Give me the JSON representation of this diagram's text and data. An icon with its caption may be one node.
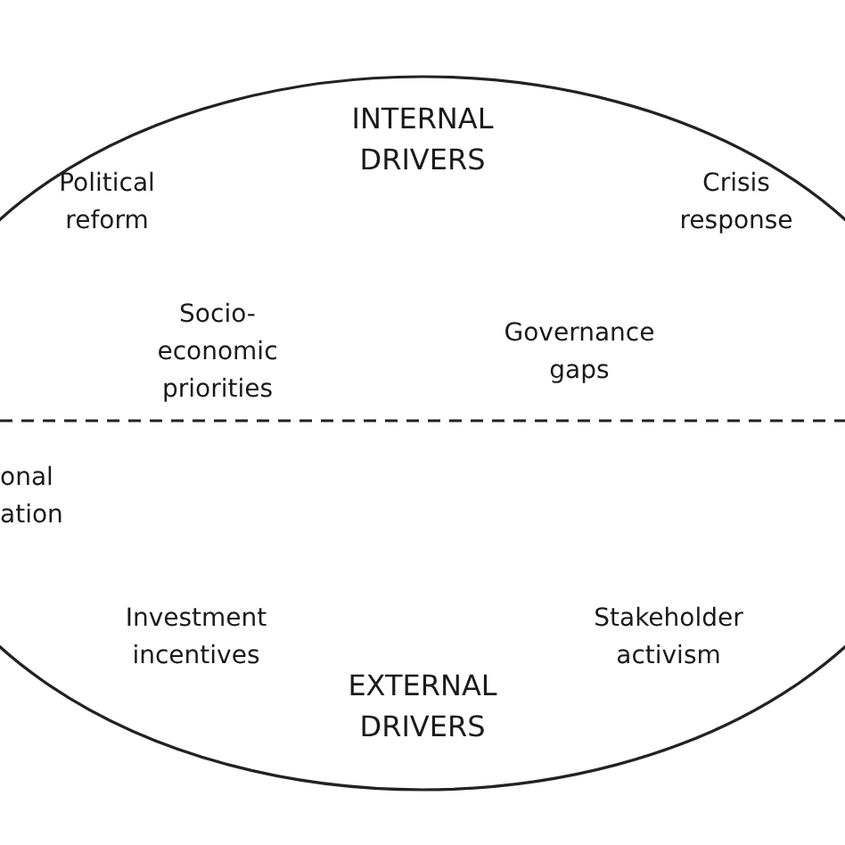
{
  "diagram": {
    "nodes": [
      {
        "text": [
          "INTERNAL DRIVERS",
          "EXTERNAL DRIVERS"
        ]
      }
    ],
    "edges": [],
    "labels": [
      "Political reform",
      "Crisis response",
      "Socio-economic priorities",
      "Governance gaps",
      "onal ation",
      "Investment incentives",
      "Stakeholder activism"
    ]
  }
}
